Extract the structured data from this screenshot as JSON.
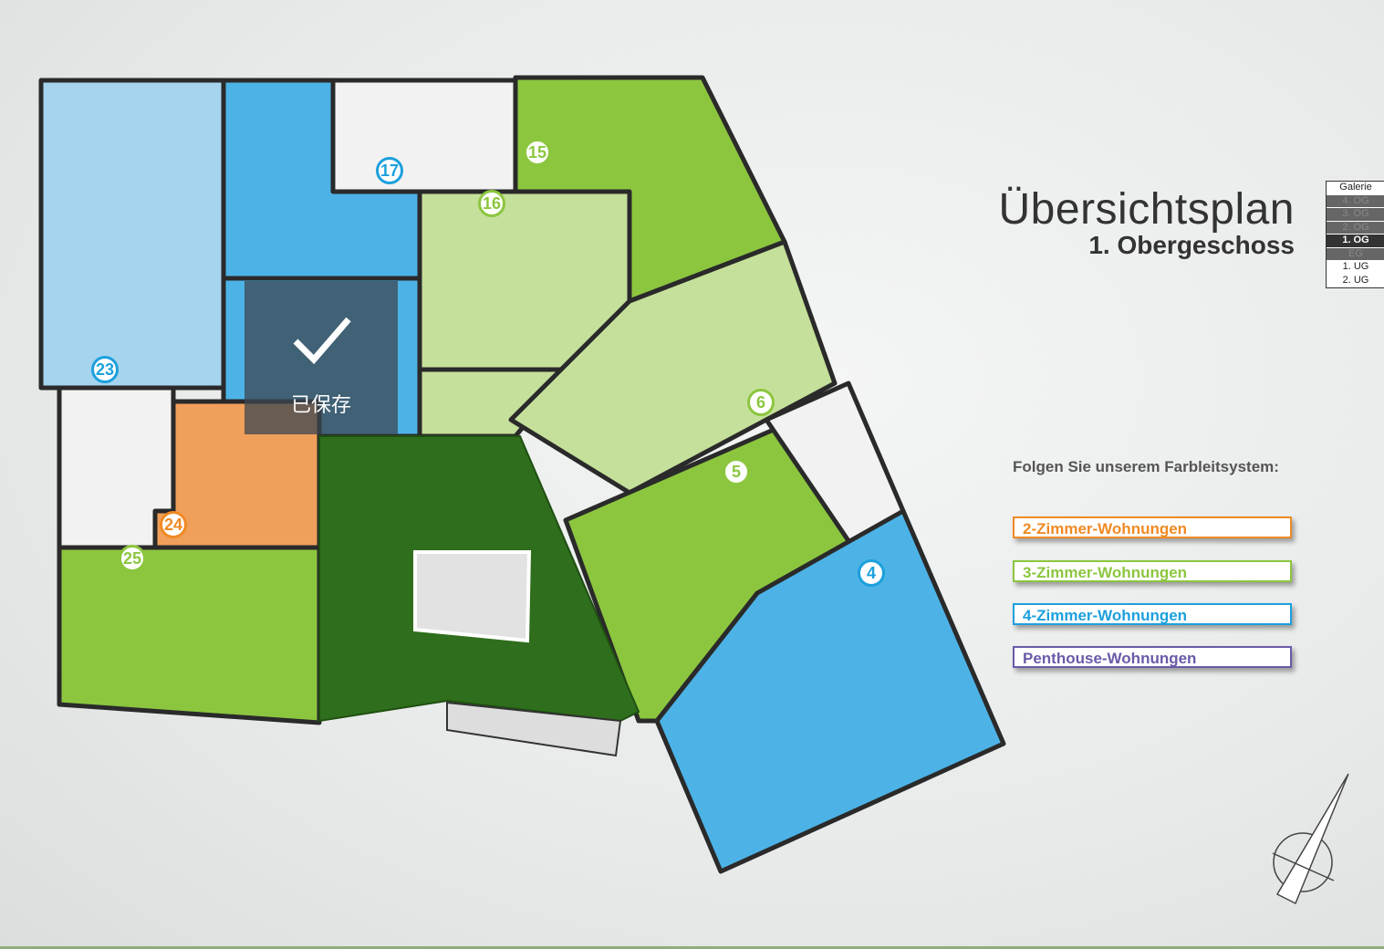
{
  "title": {
    "main": "Übersichtsplan",
    "sub": "1. Obergeschoss"
  },
  "floors": [
    {
      "label": "Galerie",
      "state": "white"
    },
    {
      "label": "4. OG",
      "state": "grey"
    },
    {
      "label": "3. OG",
      "state": "grey"
    },
    {
      "label": "2. OG",
      "state": "grey"
    },
    {
      "label": "1. OG",
      "state": "active"
    },
    {
      "label": "EG",
      "state": "grey"
    },
    {
      "label": "1. UG",
      "state": "white"
    },
    {
      "label": "2. UG",
      "state": "white"
    }
  ],
  "legend": {
    "title": "Folgen Sie unserem Farbleitsystem:",
    "items": [
      {
        "label": "2-Zimmer-Wohnungen",
        "color": "#f08a24"
      },
      {
        "label": "3-Zimmer-Wohnungen",
        "color": "#8cc63f"
      },
      {
        "label": "4-Zimmer-Wohnungen",
        "color": "#1ca0dc"
      },
      {
        "label": "Penthouse-Wohnungen",
        "color": "#6a5aa8"
      }
    ]
  },
  "units": [
    {
      "label": "15",
      "type": "green"
    },
    {
      "label": "16",
      "type": "green"
    },
    {
      "label": "17",
      "type": "blue"
    },
    {
      "label": "23",
      "type": "blue"
    },
    {
      "label": "24",
      "type": "orange"
    },
    {
      "label": "25",
      "type": "green"
    },
    {
      "label": "6",
      "type": "green"
    },
    {
      "label": "5",
      "type": "green"
    },
    {
      "label": "4",
      "type": "blue"
    }
  ],
  "toast": {
    "message": "已保存"
  }
}
